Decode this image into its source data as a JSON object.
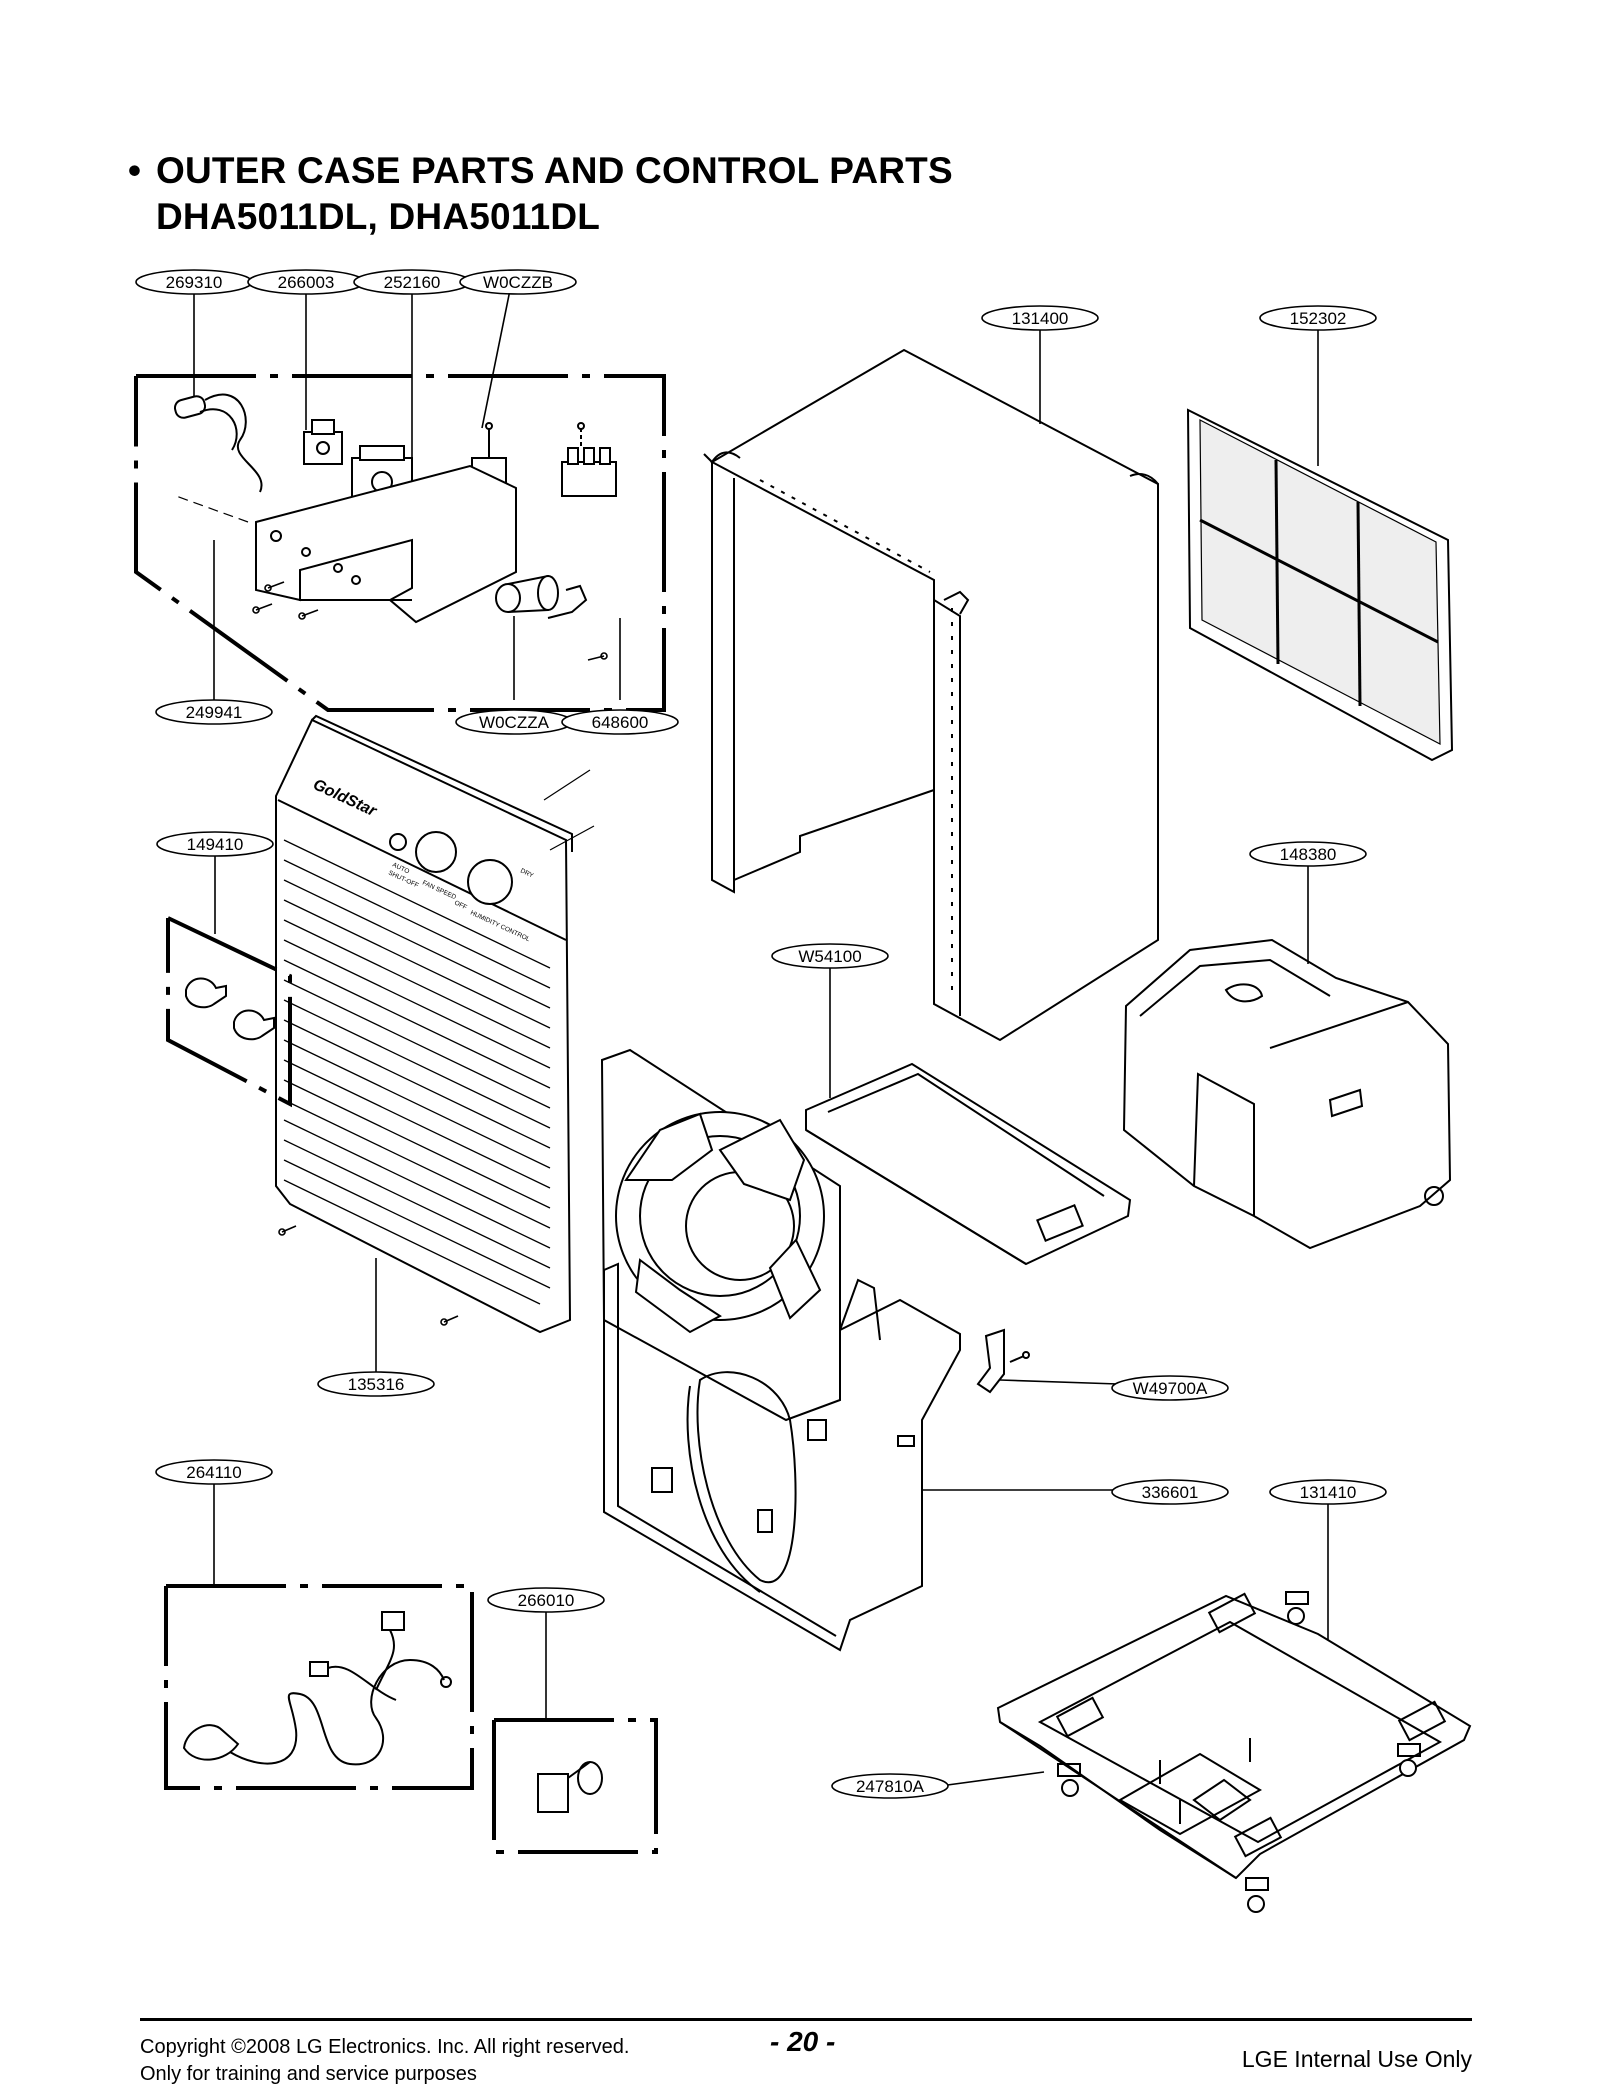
{
  "title": {
    "bullet": "•",
    "line1": "OUTER CASE PARTS AND CONTROL PARTS",
    "line2": "DHA5011DL, DHA5011DL"
  },
  "brand": "GoldStar",
  "panel_text": [
    "AUTO",
    "SHUT-OFF",
    "FAN SPEED",
    "HUMIDITY CONTROL",
    "OFF",
    "DRY"
  ],
  "labels": {
    "p269310": "269310",
    "p266003": "266003",
    "p252160": "252160",
    "pW0CZZB": "W0CZZB",
    "p131400": "131400",
    "p152302": "152302",
    "p249941": "249941",
    "pW0CZZA": "W0CZZA",
    "p648600": "648600",
    "p149410": "149410",
    "p148380": "148380",
    "pW54100": "W54100",
    "p135316": "135316",
    "pW49700A": "W49700A",
    "p264110": "264110",
    "p336601": "336601",
    "p131410": "131410",
    "p266010": "266010",
    "p247810A": "247810A"
  },
  "footer": {
    "copyright": "Copyright ©2008 LG Electronics. Inc. All right reserved.",
    "purpose": "Only for training and service purposes",
    "page": "- 20 -",
    "internal": "LGE Internal Use Only"
  }
}
